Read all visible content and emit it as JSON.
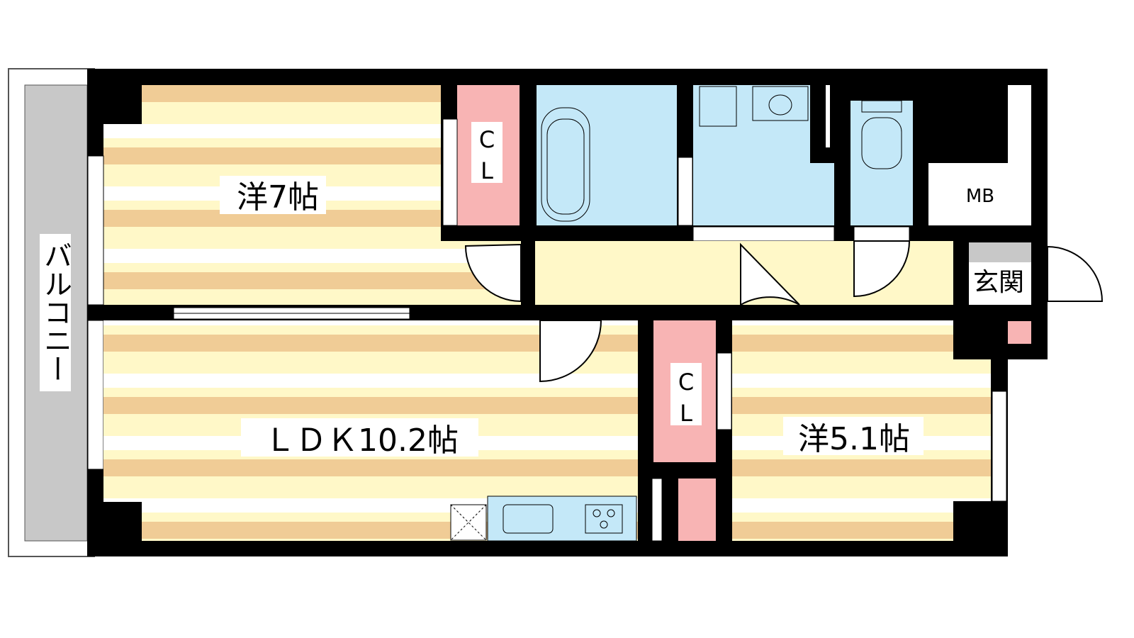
{
  "rooms": {
    "western_7": "洋7帖",
    "ldk": "ＬＤＫ10.2帖",
    "western_5": "洋5.1帖",
    "closet_1_c": "C",
    "closet_1_l": "L",
    "closet_2_c": "C",
    "closet_2_l": "L",
    "meter_box": "MB",
    "entrance": "玄関",
    "balcony": "バルコニー"
  },
  "colors": {
    "wall": "#000000",
    "floor_cream": "#fff8c8",
    "floor_tan": "#f0cc96",
    "wet_area": "#c4e8f8",
    "storage": "#f8b4b4",
    "balcony": "#c8c8c8"
  }
}
